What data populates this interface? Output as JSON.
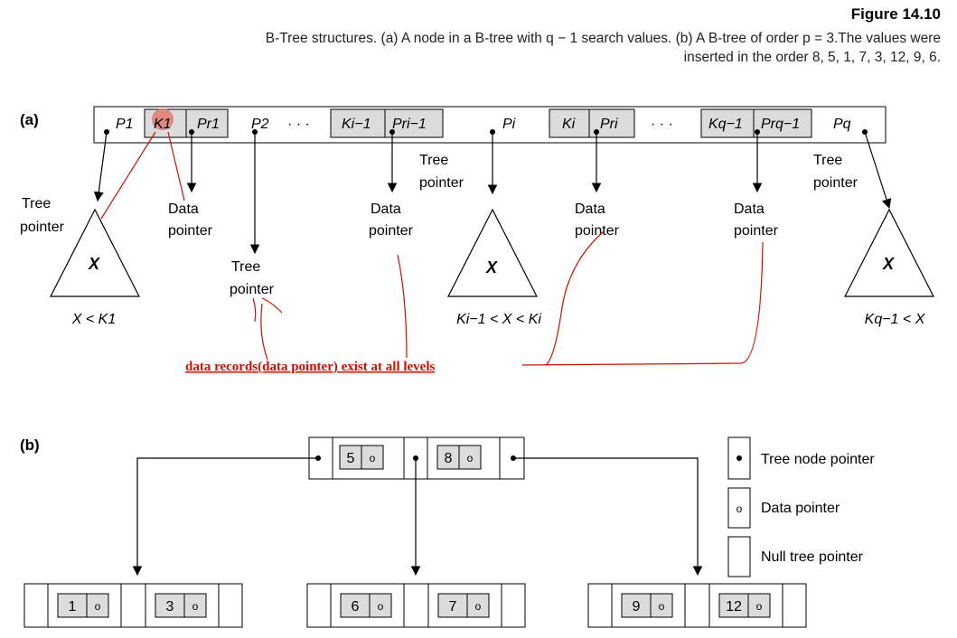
{
  "figure": {
    "number": "Figure 14.10",
    "caption": "B-Tree structures. (a) A node in a B-tree with q − 1 search values. (b) A B-tree of order p = 3.The values were inserted in the order 8, 5, 1, 7, 3, 12, 9, 6."
  },
  "part_a": {
    "label": "(a)",
    "node_cells": [
      "P1",
      "K1",
      "Pr1",
      "P2",
      "· · ·",
      "Ki−1",
      "Pri−1",
      "Pi",
      "Ki",
      "Pri",
      "· · ·",
      "Kq−1",
      "Prq−1",
      "Pq"
    ],
    "tree_pointer_word": "Tree",
    "data_pointer_word": "Data",
    "pointer_word": "pointer",
    "subtree_symbol": "X",
    "subtree_conditions": [
      "X < K1",
      "Ki−1 < X < Ki",
      "Kq−1 < X"
    ],
    "annotation": {
      "text": "data records(data pointer) exist at all levels",
      "color": "#cc1100"
    }
  },
  "part_b": {
    "label": "(b)",
    "root_keys": [
      "5",
      "8"
    ],
    "leaves": [
      [
        "1",
        "3"
      ],
      [
        "6",
        "7"
      ],
      [
        "9",
        "12"
      ]
    ],
    "data_pointer_mark": "o",
    "legend": [
      "Tree node pointer",
      "Data pointer",
      "Null tree pointer"
    ]
  },
  "colors": {
    "key_fill": "#dcdcdc",
    "highlight": "#e07a70",
    "annotation": "#cc1100"
  }
}
